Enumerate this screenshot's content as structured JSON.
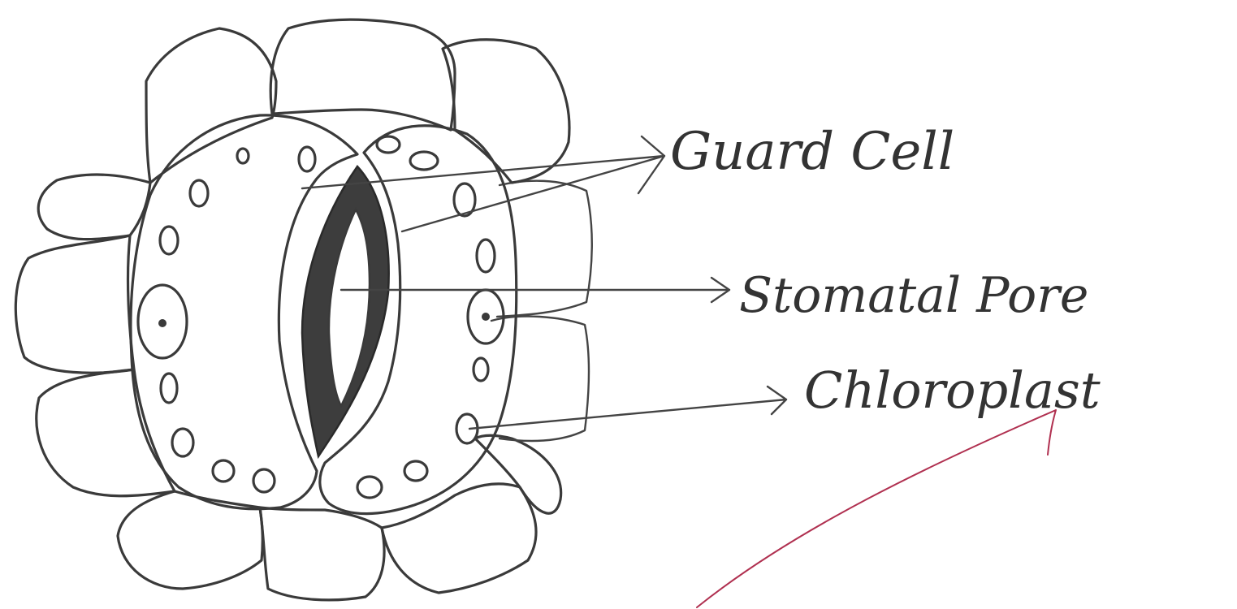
{
  "labels": {
    "guard_cell": "Guard Cell",
    "stomatal_pore": "Stomatal Pore",
    "chloroplast": "Chloroplast"
  },
  "colors": {
    "ink": "#3a3a3a",
    "teacher_mark": "#b03050"
  }
}
